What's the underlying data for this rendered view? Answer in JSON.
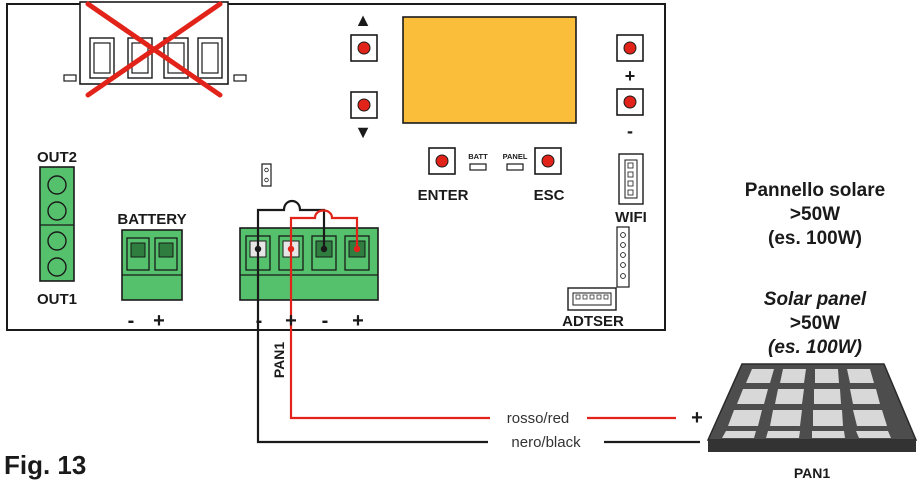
{
  "colors": {
    "display": "#fbbe3a",
    "terminal_green": "#56c16c",
    "terminal_green_dark": "#2f7d3f",
    "wire_red": "#e2231a",
    "wire_black": "#1a1a1a",
    "button_red": "#e2231a"
  },
  "buttons": {
    "up_arrow": "▲",
    "down_arrow": "▼",
    "plus": "+",
    "minus": "-",
    "enter": "ENTER",
    "esc": "ESC"
  },
  "leds": {
    "batt": "BATT",
    "panel": "PANEL"
  },
  "labels": {
    "out2": "OUT2",
    "out1": "OUT1",
    "battery": "BATTERY",
    "wifi": "WIFI",
    "adtser": "ADTSER",
    "pan1_vertical": "PAN1"
  },
  "battery_terminal": {
    "polarity": [
      "-",
      "+"
    ]
  },
  "pan_terminal": {
    "polarity": [
      "-",
      "+",
      "-",
      "+"
    ]
  },
  "wires": {
    "red": "rosso/red",
    "black": "nero/black"
  },
  "solar_panel": {
    "it_line1": "Pannello solare",
    "it_line2": ">50W",
    "it_line3": "(es. 100W)",
    "en_line1": "Solar panel",
    "en_line2": ">50W",
    "en_line3": "(es. 100W)",
    "plus": "+",
    "minus": "-",
    "label": "PAN1"
  },
  "figure": {
    "label": "Fig. 13"
  }
}
